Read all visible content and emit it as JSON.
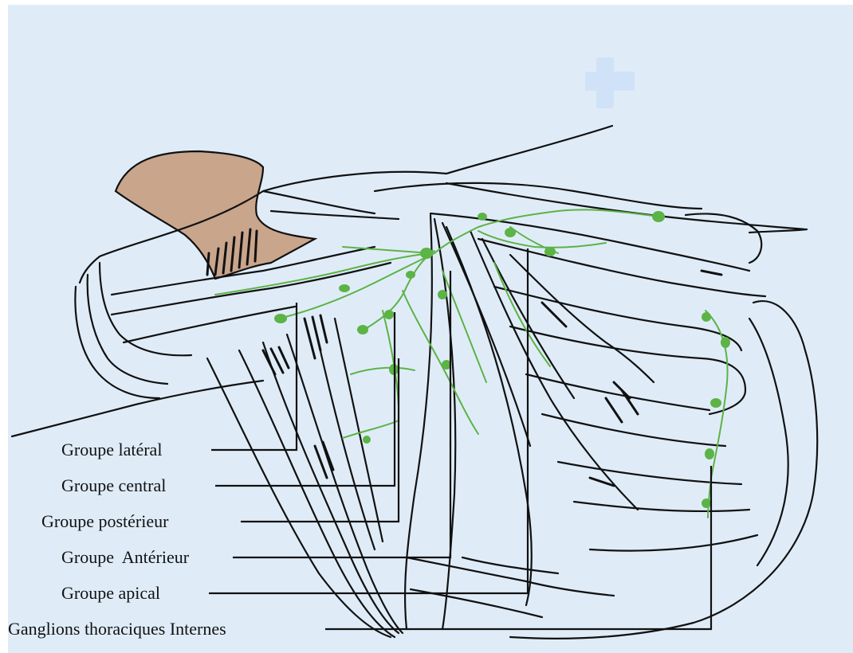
{
  "labels": {
    "lateral": "Groupe latéral",
    "central": "Groupe central",
    "posterior": "Groupe postérieur",
    "anterior": "Groupe  Antérieur",
    "apical": "Groupe apical",
    "internal_thoracic": "Ganglions thoraciques Internes"
  },
  "colors": {
    "background": "#dfecf8",
    "lymph": "#5cb346",
    "bone": "#c9a58c",
    "ink": "#111111"
  }
}
